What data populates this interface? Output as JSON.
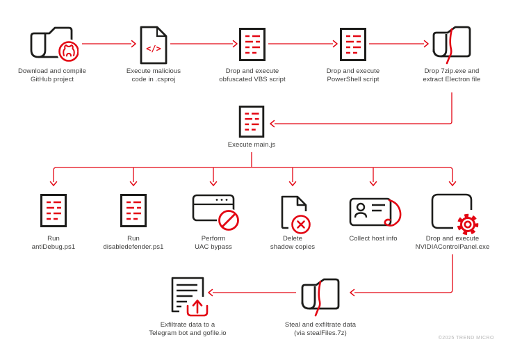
{
  "diagram": {
    "copyright": "©2025 TREND MICRO",
    "colors": {
      "icon_black": "#1d1d1b",
      "accent_red": "#e30613",
      "label_text": "#3c3c3b",
      "muted_text": "#b5b5b5"
    },
    "top_row": [
      {
        "label": "Download and compile\nGitHub project",
        "icon": "github-octocat-icon"
      },
      {
        "label": "Execute malicious\ncode in .csproj",
        "icon": "code-file-icon"
      },
      {
        "label": "Drop and execute\nobfuscated VBS script",
        "icon": "script-file-icon"
      },
      {
        "label": "Drop and execute\nPowerShell script",
        "icon": "script-file-icon"
      },
      {
        "label": "Drop 7zip.exe and\nextract Electron file",
        "icon": "archive-extract-icon"
      }
    ],
    "middle": {
      "label": "Execute main.js",
      "icon": "script-file-icon"
    },
    "branch_row": [
      {
        "label": "Run\nantiDebug.ps1",
        "icon": "script-file-icon"
      },
      {
        "label": "Run\ndisabledefender.ps1",
        "icon": "script-file-icon"
      },
      {
        "label": "Perform\nUAC bypass",
        "icon": "uac-block-icon"
      },
      {
        "label": "Delete\nshadow copies",
        "icon": "delete-file-icon"
      },
      {
        "label": "Collect host info",
        "icon": "id-card-icon"
      },
      {
        "label": "Drop and execute\nNVIDIAControlPanel.exe",
        "icon": "app-gear-icon"
      }
    ],
    "bottom_row": [
      {
        "label": "Steal and exfiltrate data\n(via stealFiles.7z)",
        "icon": "archive-extract-icon"
      },
      {
        "label": "Exfiltrate data to a\nTelegram bot and gofile.io",
        "icon": "upload-document-icon"
      }
    ]
  }
}
